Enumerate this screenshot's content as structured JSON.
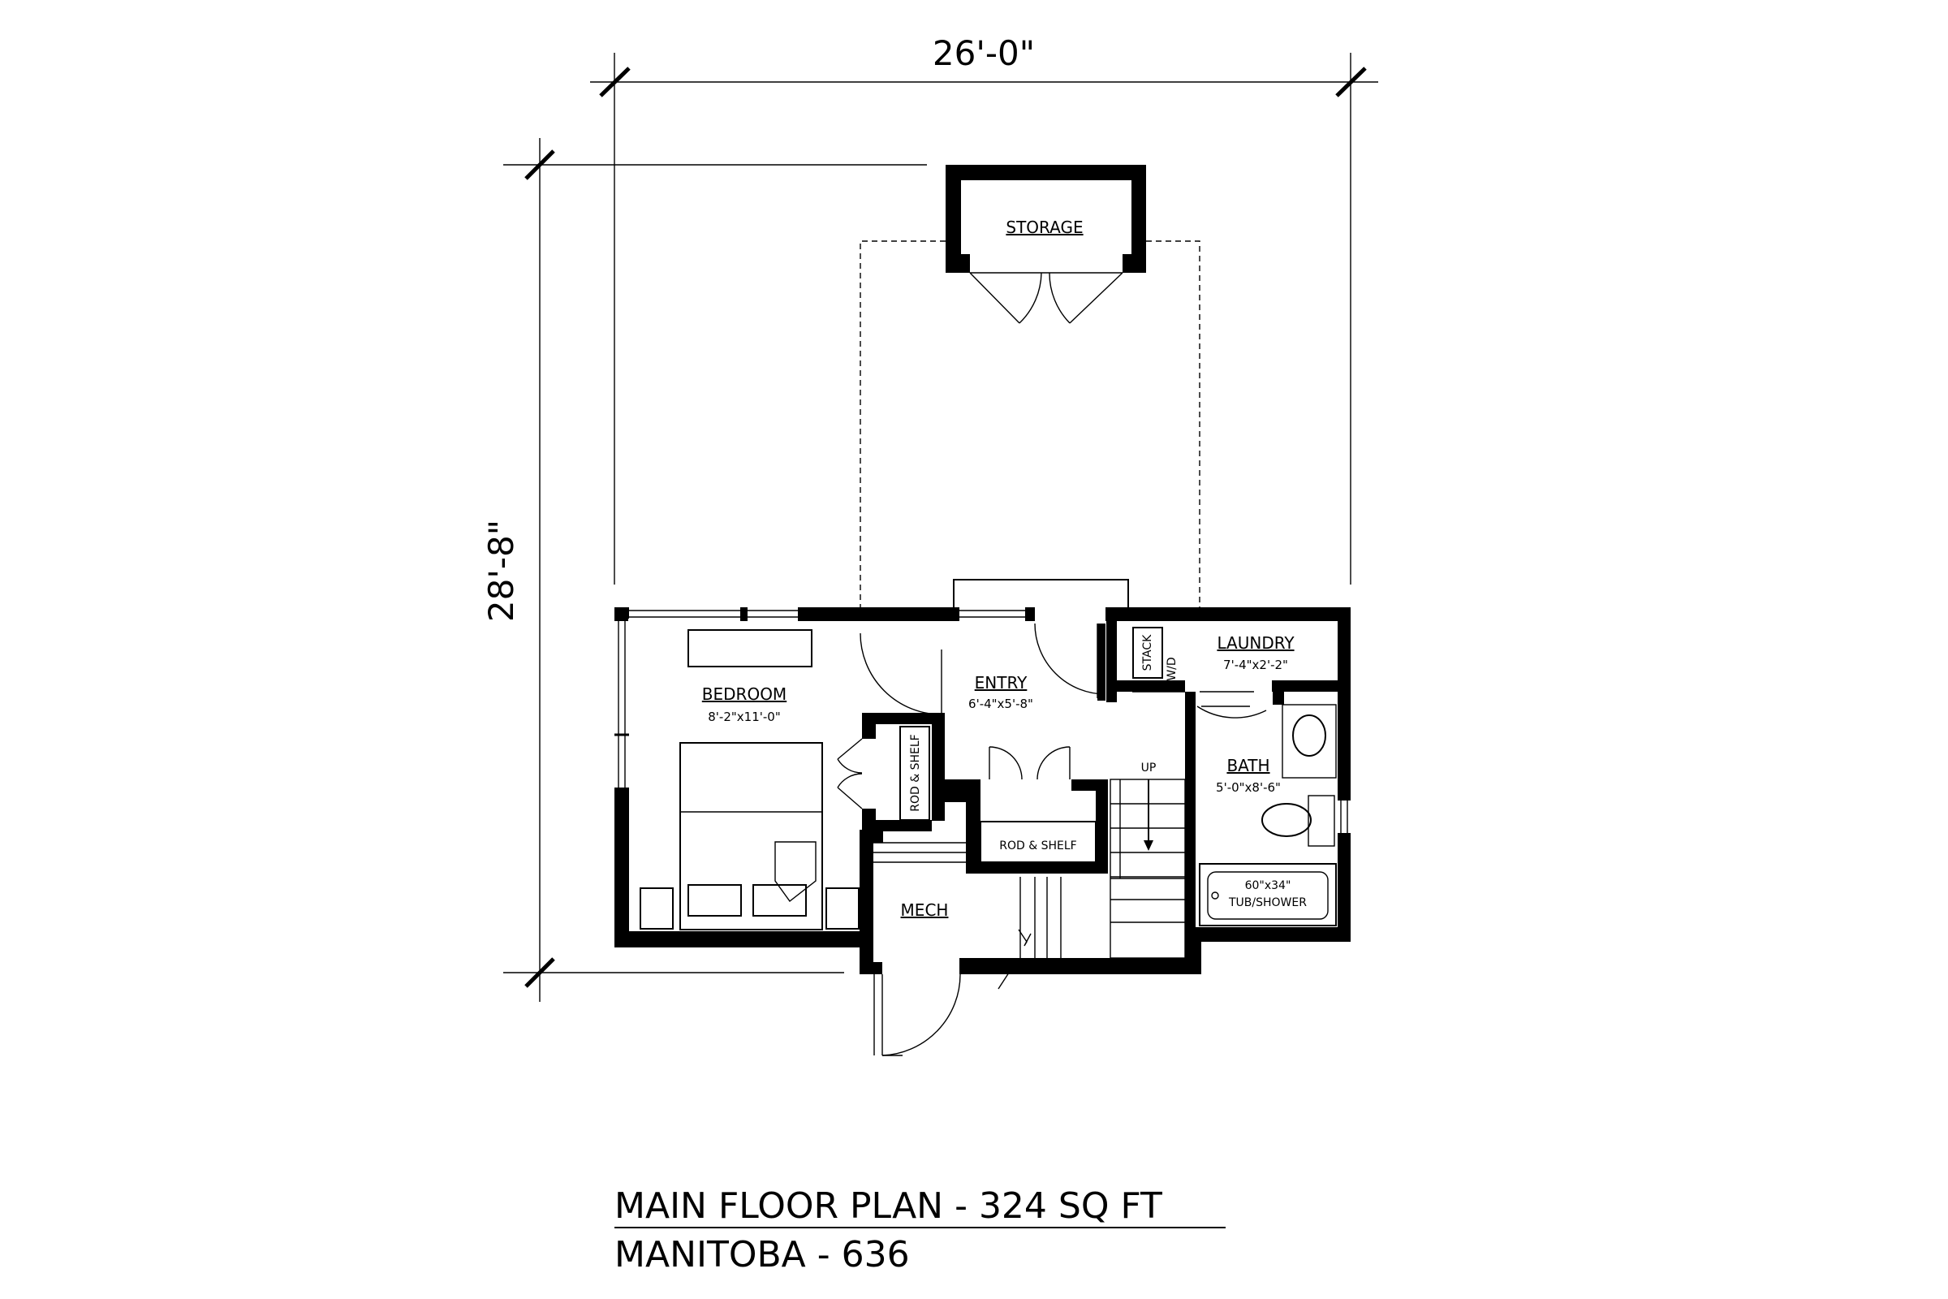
{
  "dimensions": {
    "width_label": "26'-0\"",
    "depth_label": "28'-8\""
  },
  "rooms": {
    "storage": {
      "name": "STORAGE"
    },
    "bedroom": {
      "name": "BEDROOM",
      "size": "8'-2\"x11'-0\""
    },
    "entry": {
      "name": "ENTRY",
      "size": "6'-4\"x5'-8\""
    },
    "laundry": {
      "name": "LAUNDRY",
      "size": "7'-4\"x2'-2\""
    },
    "bath": {
      "name": "BATH",
      "size": "5'-0\"x8'-6\""
    },
    "mech": {
      "name": "MECH"
    }
  },
  "fixtures": {
    "stack_line1": "STACK",
    "stack_line2": "W/D",
    "closet_vertical": "ROD & SHELF",
    "closet_horizontal": "ROD & SHELF",
    "stair_up": "UP",
    "tub_line1": "60\"x34\"",
    "tub_line2": "TUB/SHOWER"
  },
  "title": {
    "line1": "MAIN FLOOR PLAN - 324 SQ FT",
    "line2": "MANITOBA - 636"
  }
}
